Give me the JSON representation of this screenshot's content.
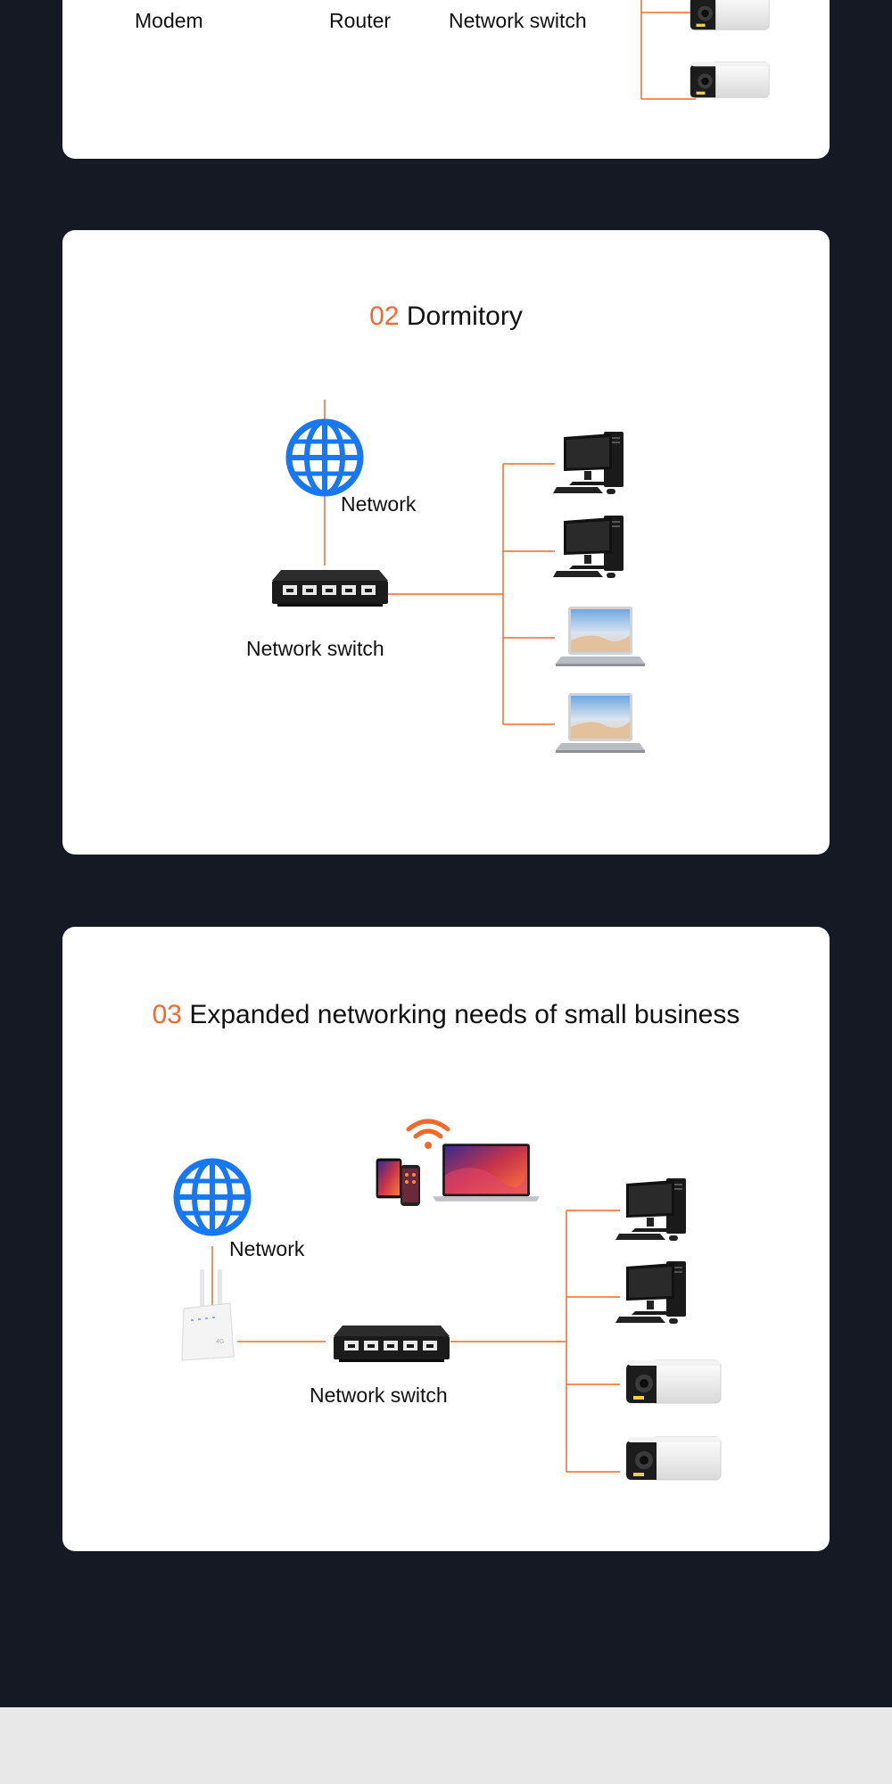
{
  "colors": {
    "accent": "#f26a2b",
    "globe": "#1877f2",
    "page_background": "#151923",
    "card_background": "#ffffff",
    "footer_background": "#e8e8e8"
  },
  "section1": {
    "labels": {
      "modem": "Modem",
      "router": "Router",
      "switch": "Network switch"
    },
    "devices": [
      "camera-icon",
      "camera-icon"
    ]
  },
  "section2": {
    "number": "02",
    "title": "Dormitory",
    "labels": {
      "network": "Network",
      "switch": "Network switch"
    },
    "devices": [
      "desktop-computer-icon",
      "desktop-computer-icon",
      "laptop-icon",
      "laptop-icon"
    ]
  },
  "section3": {
    "number": "03",
    "title": "Expanded networking needs of small business",
    "labels": {
      "network": "Network",
      "switch": "Network switch"
    },
    "wireless_devices": [
      "wifi-icon",
      "tablet-icon",
      "smartphone-icon",
      "laptop-icon"
    ],
    "devices": [
      "desktop-computer-icon",
      "desktop-computer-icon",
      "camera-icon",
      "camera-icon"
    ]
  }
}
